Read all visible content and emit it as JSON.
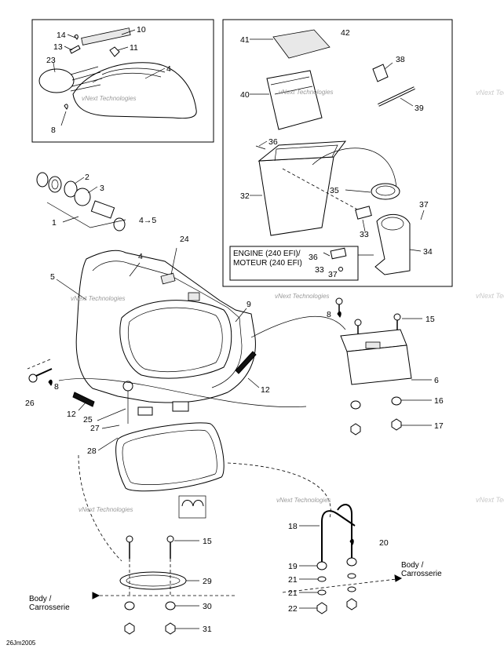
{
  "callouts": {
    "c1": "1",
    "c2": "2",
    "c3": "3",
    "c4": "4",
    "c4to5": "4→5",
    "c5": "5",
    "c6": "6",
    "c8a": "8",
    "c8b": "8",
    "c8c": "8",
    "c9": "9",
    "c10": "10",
    "c11": "11",
    "c12a": "12",
    "c12b": "12",
    "c13": "13",
    "c14": "14",
    "c15a": "15",
    "c15b": "15",
    "c16": "16",
    "c17": "17",
    "c18": "18",
    "c19": "19",
    "c20": "20",
    "c21a": "21",
    "c21b": "21",
    "c22": "22",
    "c23": "23",
    "c24": "24",
    "c25": "25",
    "c26": "26",
    "c27": "27",
    "c28": "28",
    "c29": "29",
    "c30": "30",
    "c31": "31",
    "c32": "32",
    "c33a": "33",
    "c33b": "33",
    "c34": "34",
    "c35": "35",
    "c36a": "36",
    "c36b": "36",
    "c37a": "37",
    "c37b": "37",
    "c38": "38",
    "c39": "39",
    "c40": "40",
    "c41": "41",
    "c42": "42"
  },
  "engine_note": {
    "line1": "ENGINE (240 EFI)/",
    "line2": "MOTEUR (240 EFI)"
  },
  "body_label_left": {
    "line1": "Body /",
    "line2": "Carrosserie"
  },
  "body_label_right": {
    "line1": "Body /",
    "line2": "Carrosserie"
  },
  "watermark": "vNext Technologies",
  "footer_code": "26Jm2005"
}
